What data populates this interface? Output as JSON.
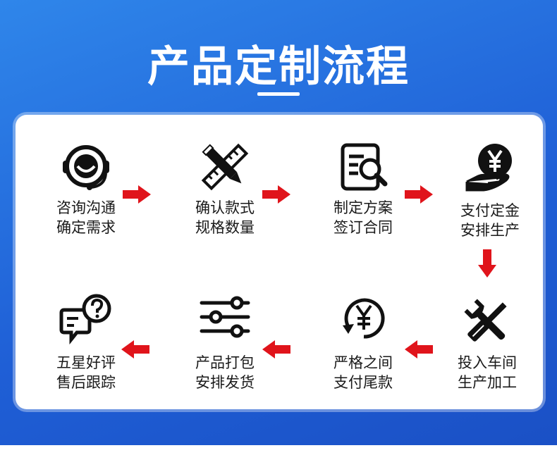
{
  "title": "产品定制流程",
  "colors": {
    "background": "#2567dc",
    "arrow": "#e0141b",
    "icon": "#111111",
    "card": "#ffffff"
  },
  "steps": [
    {
      "icon": "headset-icon",
      "line1": "咨询沟通",
      "line2": "确定需求"
    },
    {
      "icon": "ruler-pencil-icon",
      "line1": "确认款式",
      "line2": "规格数量"
    },
    {
      "icon": "document-search-icon",
      "line1": "制定方案",
      "line2": "签订合同"
    },
    {
      "icon": "yen-hand-icon",
      "line1": "支付定金",
      "line2": "安排生产"
    },
    {
      "icon": "wrench-screwdriver-icon",
      "line1": "投入车间",
      "line2": "生产加工"
    },
    {
      "icon": "yen-refresh-icon",
      "line1": "严格之间",
      "line2": "支付尾款"
    },
    {
      "icon": "sliders-icon",
      "line1": "产品打包",
      "line2": "安排发货"
    },
    {
      "icon": "chat-question-icon",
      "line1": "五星好评",
      "line2": "售后跟踪"
    }
  ]
}
